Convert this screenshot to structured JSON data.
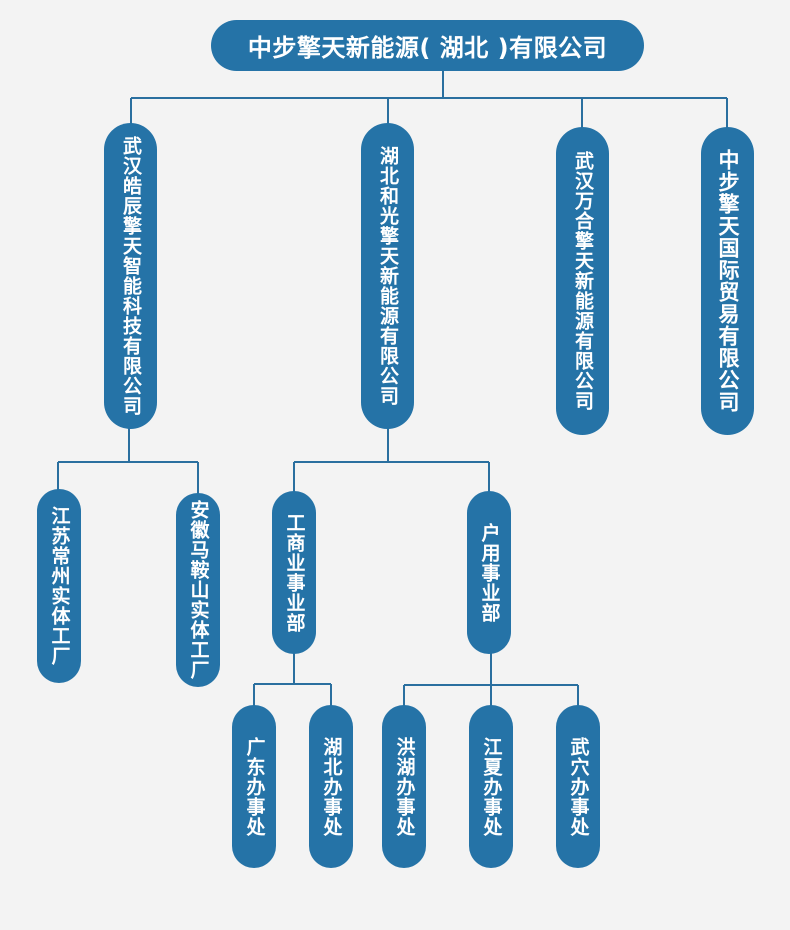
{
  "colors": {
    "node": "#2573a7",
    "connector": "#2a6f9f",
    "background": "#f3f3f3"
  },
  "root": {
    "label": "中步擎天新能源( 湖北 )有限公司"
  },
  "level1": [
    {
      "label": "武汉皓辰擎天智能科技有限公司"
    },
    {
      "label": "湖北和光擎天新能源有限公司"
    },
    {
      "label": "武汉万合擎天新能源有限公司"
    },
    {
      "label": "中步擎天国际贸易有限公司"
    }
  ],
  "level2": [
    {
      "label": "江苏常州实体工厂"
    },
    {
      "label": "安徽马鞍山实体工厂"
    },
    {
      "label": "工商业事业部"
    },
    {
      "label": "户用事业部"
    }
  ],
  "level3": [
    {
      "label": "广东办事处"
    },
    {
      "label": "湖北办事处"
    },
    {
      "label": "洪湖办事处"
    },
    {
      "label": "江夏办事处"
    },
    {
      "label": "武穴办事处"
    }
  ]
}
